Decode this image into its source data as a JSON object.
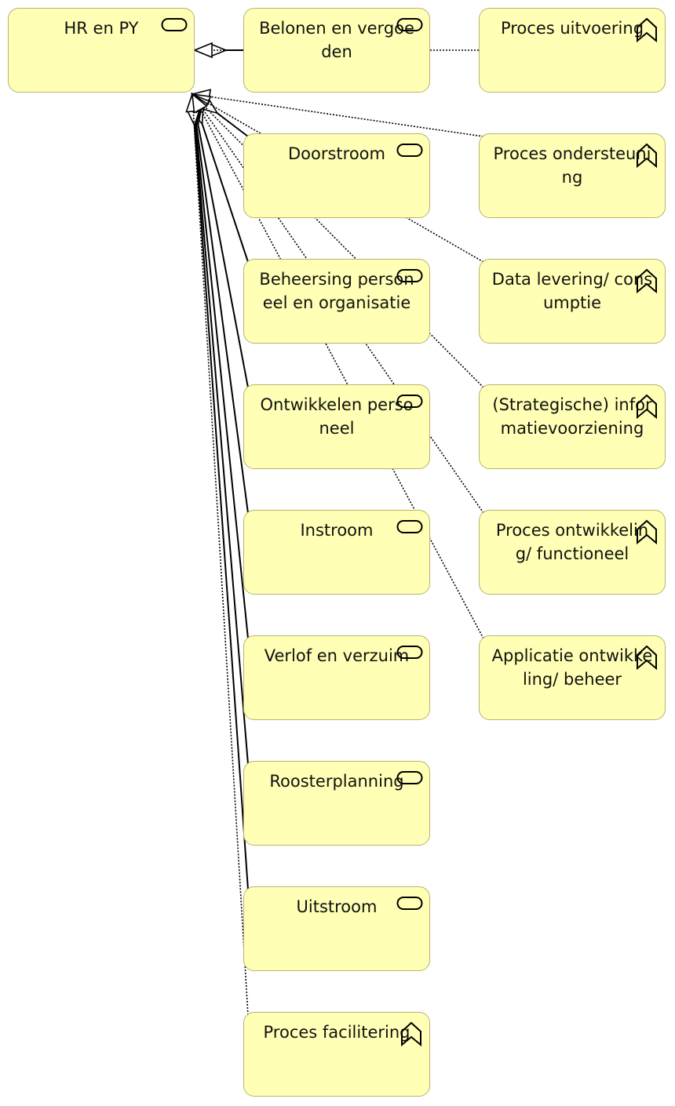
{
  "colors": {
    "node_fill": "#ffffb5",
    "node_border": "#b8b46a",
    "line": "#000000"
  },
  "nodes": [
    {
      "id": "hr-en-py",
      "label": "HR en PY",
      "icon": "service-icon"
    },
    {
      "id": "belonen",
      "label": "Belonen en vergoeden",
      "icon": "service-icon"
    },
    {
      "id": "doorstroom",
      "label": "Doorstroom",
      "icon": "service-icon"
    },
    {
      "id": "beheersing",
      "label": "Beheersing personeel en organisatie",
      "icon": "service-icon"
    },
    {
      "id": "ontwikkelen",
      "label": "Ontwikkelen personeel",
      "icon": "service-icon"
    },
    {
      "id": "instroom",
      "label": "Instroom",
      "icon": "service-icon"
    },
    {
      "id": "verlof",
      "label": "Verlof en verzuim",
      "icon": "service-icon"
    },
    {
      "id": "roosterplanning",
      "label": "Roosterplanning",
      "icon": "service-icon"
    },
    {
      "id": "uitstroom",
      "label": "Uitstroom",
      "icon": "service-icon"
    },
    {
      "id": "proces-facilitering",
      "label": "Proces facilitering",
      "icon": "function-icon"
    },
    {
      "id": "proces-uitvoering",
      "label": "Proces uitvoering",
      "icon": "function-icon"
    },
    {
      "id": "proces-ondersteuning",
      "label": "Proces ondersteuning",
      "icon": "function-icon"
    },
    {
      "id": "data-levering",
      "label": "Data levering/ consumptie",
      "icon": "function-icon"
    },
    {
      "id": "strategische",
      "label": "(Strategische) informatievoorziening",
      "icon": "function-icon"
    },
    {
      "id": "proces-ontwikkeling",
      "label": "Proces ontwikkeling/ functioneel",
      "icon": "function-icon"
    },
    {
      "id": "applicatie-ontwikkeling",
      "label": "Applicatie ontwikkeling/ beheer",
      "icon": "function-icon"
    }
  ],
  "relations": [
    {
      "from": "belonen",
      "to": "hr-en-py",
      "type": "aggregation"
    },
    {
      "from": "doorstroom",
      "to": "hr-en-py",
      "type": "aggregation"
    },
    {
      "from": "beheersing",
      "to": "hr-en-py",
      "type": "aggregation"
    },
    {
      "from": "ontwikkelen",
      "to": "hr-en-py",
      "type": "aggregation"
    },
    {
      "from": "instroom",
      "to": "hr-en-py",
      "type": "aggregation"
    },
    {
      "from": "verlof",
      "to": "hr-en-py",
      "type": "aggregation"
    },
    {
      "from": "roosterplanning",
      "to": "hr-en-py",
      "type": "aggregation"
    },
    {
      "from": "uitstroom",
      "to": "hr-en-py",
      "type": "aggregation"
    },
    {
      "from": "proces-facilitering",
      "to": "hr-en-py",
      "type": "realization"
    },
    {
      "from": "proces-uitvoering",
      "to": "hr-en-py",
      "type": "realization"
    },
    {
      "from": "proces-ondersteuning",
      "to": "hr-en-py",
      "type": "realization"
    },
    {
      "from": "data-levering",
      "to": "hr-en-py",
      "type": "realization"
    },
    {
      "from": "strategische",
      "to": "hr-en-py",
      "type": "realization"
    },
    {
      "from": "proces-ontwikkeling",
      "to": "hr-en-py",
      "type": "realization"
    },
    {
      "from": "applicatie-ontwikkeling",
      "to": "hr-en-py",
      "type": "realization"
    }
  ]
}
